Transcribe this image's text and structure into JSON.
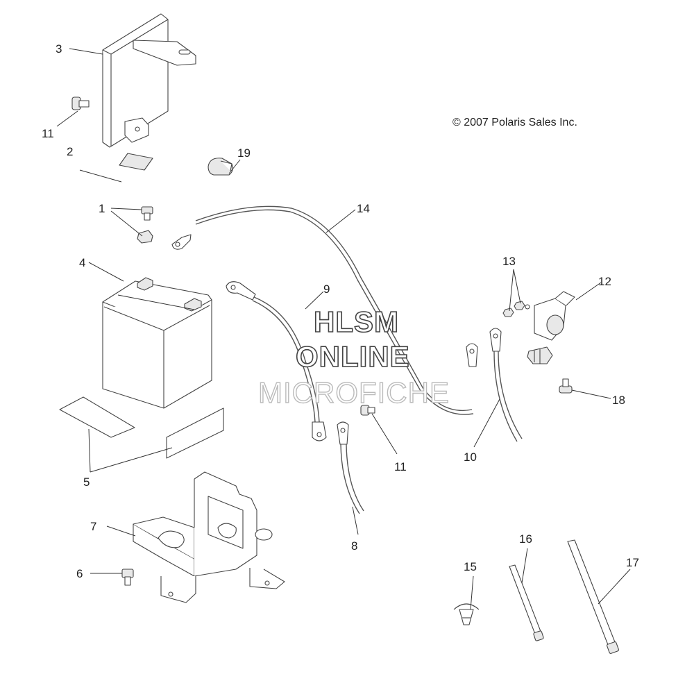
{
  "copyright": "© 2007 Polaris Sales Inc.",
  "watermark": {
    "line1": "HLSM",
    "line2": "ONLINE",
    "line3": "MICROFICHE"
  },
  "callouts": {
    "c1": "1",
    "c2": "2",
    "c3": "3",
    "c4": "4",
    "c5": "5",
    "c6": "6",
    "c7": "7",
    "c8": "8",
    "c9": "9",
    "c10": "10",
    "c11a": "11",
    "c11b": "11",
    "c12": "12",
    "c13": "13",
    "c14": "14",
    "c15": "15",
    "c16": "16",
    "c17": "17",
    "c18": "18",
    "c19": "19"
  }
}
